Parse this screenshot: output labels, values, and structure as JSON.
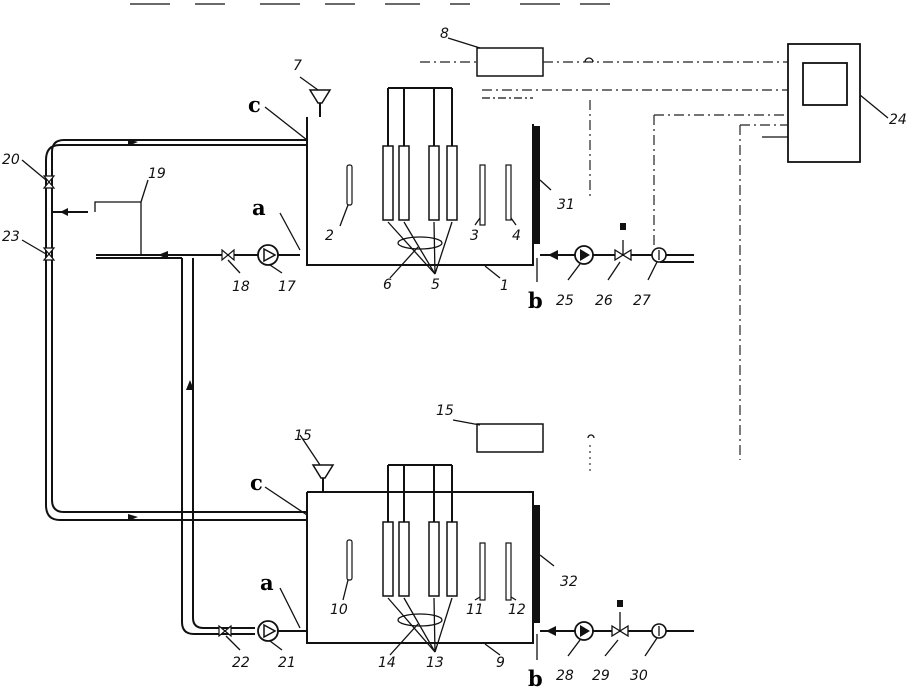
{
  "labels": {
    "n1": "1",
    "n2": "2",
    "n3": "3",
    "n4": "4",
    "n5": "5",
    "n6": "6",
    "n7": "7",
    "n8": "8",
    "n9": "9",
    "n10": "10",
    "n11": "11",
    "n12": "12",
    "n13": "13",
    "n14": "14",
    "n15a": "15",
    "n15b": "15",
    "n17": "17",
    "n18": "18",
    "n19": "19",
    "n20": "20",
    "n21": "21",
    "n22": "22",
    "n23": "23",
    "n24": "24",
    "n25": "25",
    "n26": "26",
    "n27": "27",
    "n28": "28",
    "n29": "29",
    "n30": "30",
    "n31": "31",
    "n32": "32"
  },
  "ports": {
    "a": "a",
    "b": "b",
    "c": "c"
  },
  "colors": {
    "line": "#111111",
    "background": "#ffffff"
  }
}
